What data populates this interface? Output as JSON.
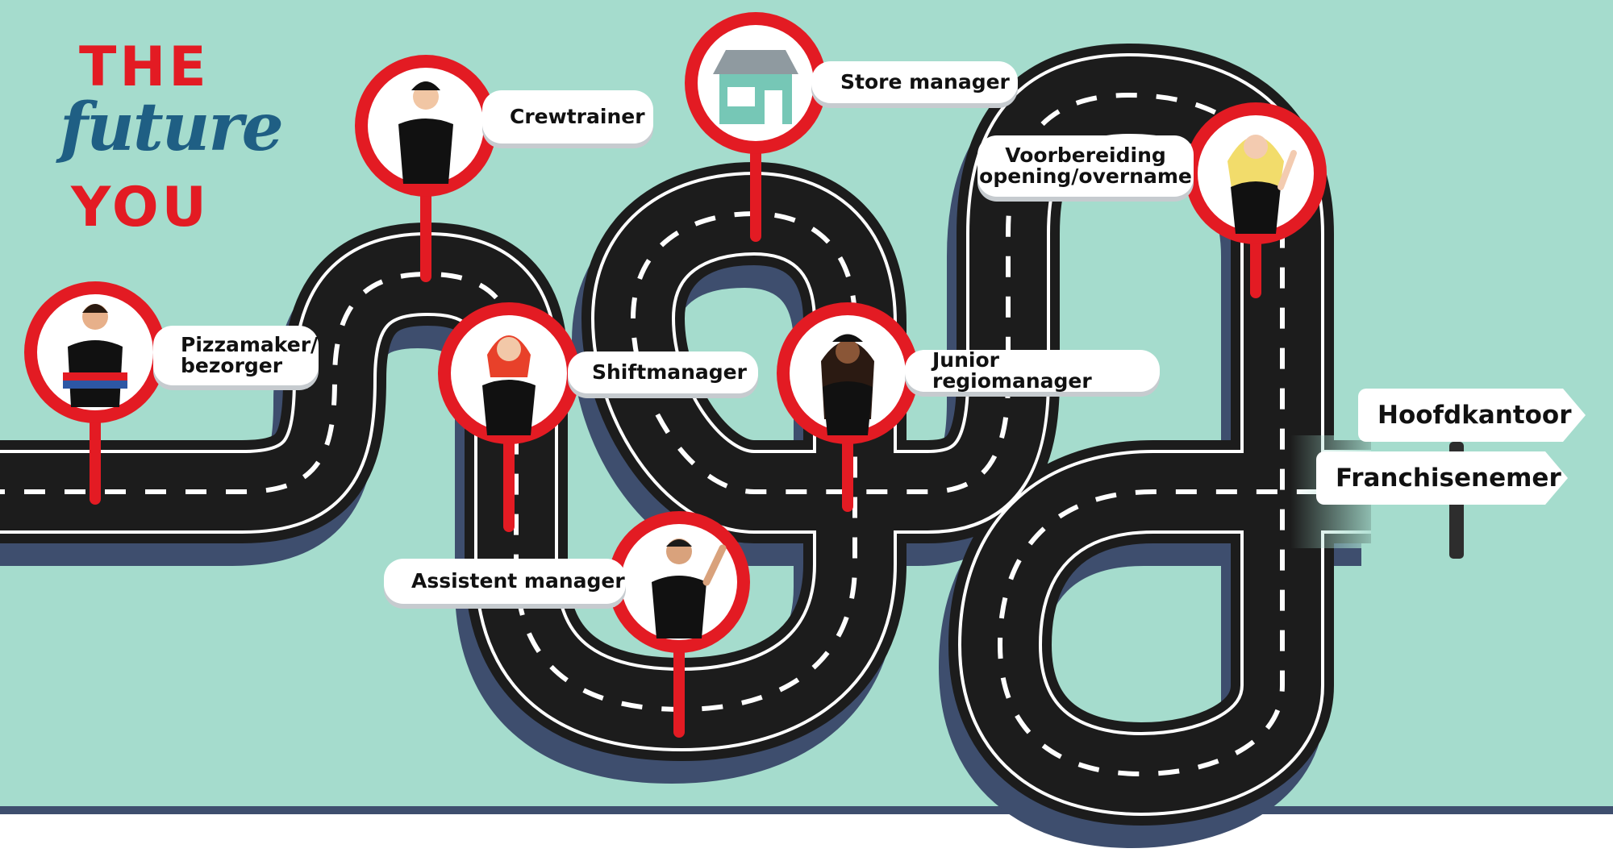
{
  "logo": {
    "line1": "THE",
    "line2": "future",
    "line3": "YOU"
  },
  "colors": {
    "background": "#a5dccd",
    "road": "#1c1c1c",
    "road_shadow": "#3e4e6e",
    "pin_red": "#e31b23",
    "logo_red": "#e31b23",
    "logo_blue": "#1f5f84",
    "label_bg": "#ffffff"
  },
  "stations": [
    {
      "id": "pizzamaker",
      "label_line1": "Pizzamaker/",
      "label_line2": "bezorger",
      "icon": "pizza-delivery-person-icon"
    },
    {
      "id": "crewtrainer",
      "label": "Crewtrainer",
      "icon": "crew-trainer-person-icon"
    },
    {
      "id": "shiftmanager",
      "label": "Shiftmanager",
      "icon": "shift-manager-person-icon"
    },
    {
      "id": "assistent",
      "label": "Assistent manager",
      "icon": "assistant-manager-person-icon"
    },
    {
      "id": "store",
      "label": "Store manager",
      "icon": "store-building-icon"
    },
    {
      "id": "junior",
      "label": "Junior regiomanager",
      "icon": "junior-regional-manager-person-icon"
    },
    {
      "id": "voorbereiding",
      "label_line1": "Voorbereiding",
      "label_line2": "opening/overname",
      "icon": "franchise-preparation-person-icon"
    }
  ],
  "signpost": {
    "top": "Hoofdkantoor",
    "bottom": "Franchisenemer"
  }
}
